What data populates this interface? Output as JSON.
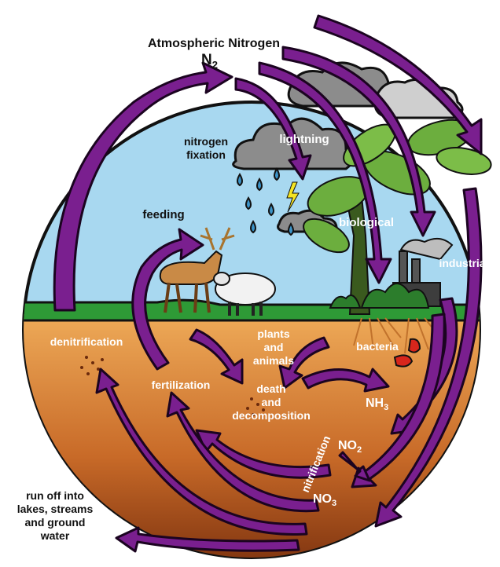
{
  "title": {
    "main": "Atmospheric Nitrogen",
    "formula_base": "N",
    "formula_sub": "2"
  },
  "labels": {
    "nitrogen_fixation_1": "nitrogen",
    "nitrogen_fixation_2": "fixation",
    "lightning": "lightning",
    "feeding": "feeding",
    "biological": "biological",
    "industrial": "industrial",
    "denitrification": "denitrification",
    "plants_animals_1": "plants",
    "plants_animals_2": "and",
    "plants_animals_3": "animals",
    "bacteria": "bacteria",
    "fertilization": "fertilization",
    "death_1": "death",
    "death_2": "and",
    "death_3": "decomposition",
    "nh3_base": "NH",
    "nh3_sub": "3",
    "nitrification": "nitrification",
    "no2_base": "NO",
    "no2_sub": "2",
    "no3_base": "NO",
    "no3_sub": "3",
    "runoff_1": "run off into",
    "runoff_2": "lakes, streams",
    "runoff_3": "and ground",
    "runoff_4": "water"
  },
  "colors": {
    "sky": "#a8d8f0",
    "grass": "#2e9a36",
    "soil_top": "#e8a050",
    "soil_bottom": "#8a3a12",
    "arrow_fill": "#7a1f8f",
    "arrow_stroke": "#1b0420",
    "cloud": "#8c8c8c",
    "rain": "#3b93c8",
    "leaf": "#6cae3e",
    "trunk": "#3a5a1e"
  }
}
